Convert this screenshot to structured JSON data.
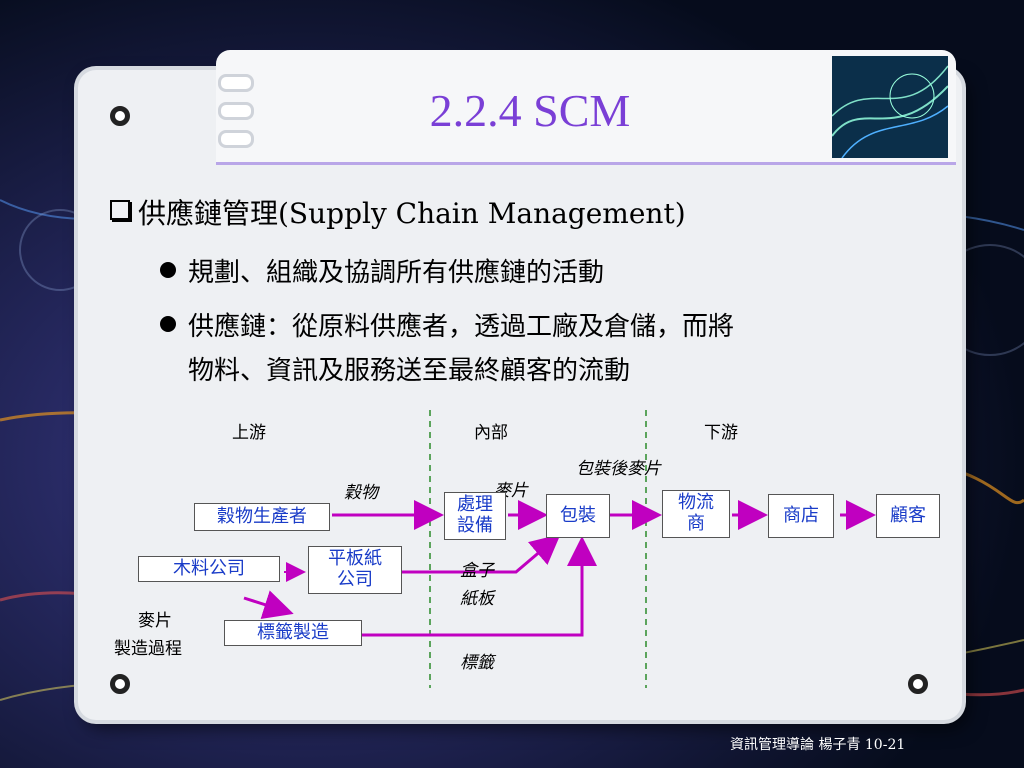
{
  "title": "2.2.4 SCM",
  "bullets": {
    "main": "供應鏈管理(Supply Chain Management)",
    "sub1": "規劃、組織及協調所有供應鏈的活動",
    "sub2_line1": "供應鏈：從原料供應者，透過工廠及倉儲，而將",
    "sub2_line2": "物料、資訊及服務送至最終顧客的流動"
  },
  "diagram": {
    "zones": {
      "upstream": "上游",
      "internal": "內部",
      "downstream": "下游"
    },
    "boxes": {
      "grain_producer": "穀物生產者",
      "lumber_company": "木料公司",
      "cardboard_company_l1": "平板紙",
      "cardboard_company_l2": "公司",
      "label_maker": "標籤製造",
      "processing_l1": "處理",
      "processing_l2": "設備",
      "packaging": "包裝",
      "logistics_l1": "物流",
      "logistics_l2": "商",
      "store": "商店",
      "customer": "顧客"
    },
    "flow_labels": {
      "grain": "穀物",
      "cereal": "麥片",
      "packaged_cereal": "包裝後麥片",
      "box": "盒子",
      "cardboard": "紙板",
      "label": "標籤"
    },
    "side_note_l1": "麥片",
    "side_note_l2": "製造過程",
    "arrow_color": "#c000c0",
    "divider_color": "#2a8a2a"
  },
  "footer": "資訊管理導論  楊子青  10-21"
}
